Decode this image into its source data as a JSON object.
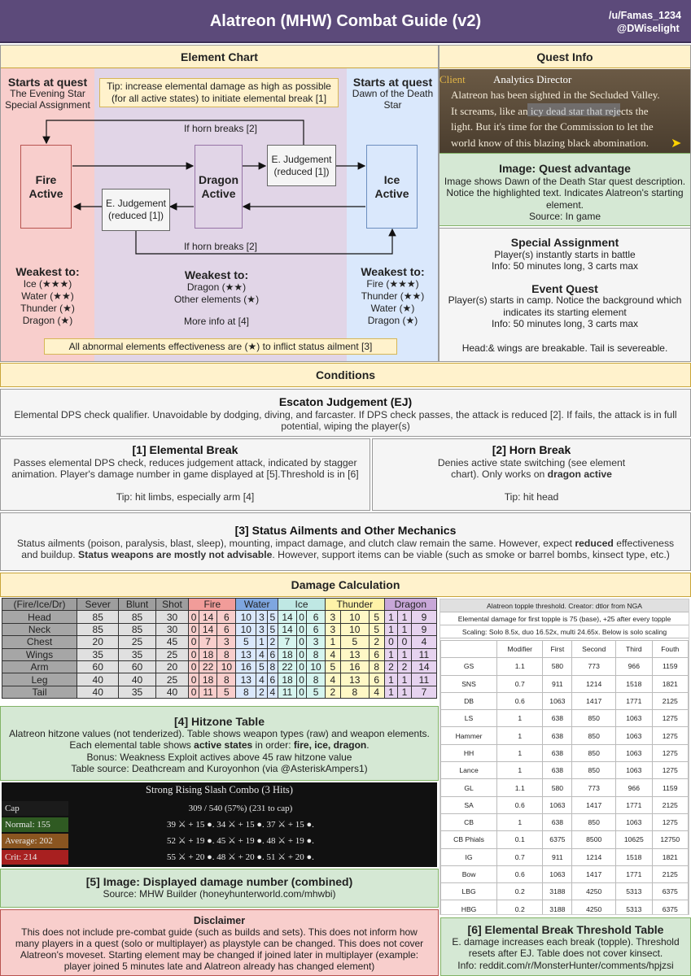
{
  "header": {
    "title": "Alatreon (MHW) Combat Guide (v2)",
    "credit1": "/u/Famas_1234",
    "credit2": "@DWiselight"
  },
  "element_chart": {
    "title": "Element Chart",
    "left_start": [
      "Starts at quest",
      "The Evening Star",
      "Special Assignment"
    ],
    "right_start": [
      "Starts at quest",
      "Dawn of the Death",
      "Star"
    ],
    "tip": [
      "Tip: increase elemental damage as high as possible",
      "(for all active states) to initiate elemental break [1]"
    ],
    "fire": [
      "Fire",
      "Active"
    ],
    "dragon": [
      "Dragon",
      "Active"
    ],
    "ice": [
      "Ice",
      "Active"
    ],
    "ej_top": [
      "E. Judgement",
      "(reduced [1])"
    ],
    "ej_bottom": [
      "E. Judgement",
      "(reduced [1])"
    ],
    "horn_top": "If horn breaks [2]",
    "horn_bottom": "If horn breaks [2]",
    "weak_fire": {
      "title": "Weakest to:",
      "items": [
        "Ice (★★★)",
        "Water (★★)",
        "Thunder (★)",
        "Dragon (★)"
      ]
    },
    "weak_dragon": {
      "title": "Weakest to:",
      "items": [
        "Dragon (★★)",
        "Other elements (★)",
        "",
        "More info at [4]"
      ]
    },
    "weak_ice": {
      "title": "Weakest to:",
      "items": [
        "Fire (★★★)",
        "Thunder (★★)",
        "Water (★)",
        "Dragon (★)"
      ]
    },
    "abnormal": "All abnormal elements effectiveness are (★) to inflict status ailment [3]"
  },
  "quest_info": {
    "title": "Quest Info",
    "game_client": "Client",
    "game_role": "Analytics Director",
    "game_lines": [
      "Alatreon has been sighted in the Secluded Valley.",
      "It screams, like an icy dead star that rejects the",
      "light. But it's time for the Commission to let the",
      "world know of this blazing black abomination."
    ],
    "adv_title": "Image: Quest advantage",
    "adv_text": [
      "Image shows Dawn of the Death Star quest description.",
      "Notice the highlighted text. Indicates Alatreon's starting",
      "element.",
      "Source: In game"
    ],
    "sa_title": "Special Assignment",
    "sa_text": [
      "Player(s) instantly starts in battle",
      "Info: 50 minutes long, 3 carts max"
    ],
    "eq_title": "Event Quest",
    "eq_text": [
      "Player(s) starts in camp. Notice the background which",
      "indicates its starting element",
      "Info: 50 minutes long, 3 carts max"
    ],
    "breakable": "Head:& wings are breakable. Tail is severeable."
  },
  "conditions": {
    "title": "Conditions",
    "ej_title": "Escaton Judgement (EJ)",
    "ej_text": [
      "Elemental DPS check qualifier. Unavoidable by dodging, diving, and farcaster. If DPS check passes, the attack is reduced [2]. If fails, the attack is in full",
      "potential, wiping the player(s)"
    ],
    "eb_title": "[1] Elemental Break",
    "eb_text": [
      "Passes elemental DPS check, reduces judgement attack, indicated by stagger",
      "animation. Player's damage number in game displayed at [5].Threshold is in [6]",
      "",
      "Tip: hit limbs, especially arm [4]"
    ],
    "hb_title": "[2] Horn Break",
    "hb_text1": "Denies active state switching (see element",
    "hb_text2a": "chart). Only works on ",
    "hb_text2b": "dragon active",
    "hb_tip": "Tip: hit head",
    "st_title": "[3] Status Ailments and Other Mechanics",
    "st_a": "Status ailments (poison, paralysis, blast, sleep), mounting, impact damage, and clutch claw remain the same. However, expect ",
    "st_b": "reduced",
    "st_c": " effectiveness",
    "st_d": "and buildup. ",
    "st_e": "Status weapons are mostly not advisable",
    "st_f": ". However, support items can be viable (such as smoke or barrel bombs, kinsect type, etc.)"
  },
  "damage": {
    "title": "Damage Calculation",
    "headers": [
      "(Fire/Ice/Dr)",
      "Sever",
      "Blunt",
      "Shot",
      "Fire",
      "Water",
      "Ice",
      "Thunder",
      "Dragon"
    ],
    "rows": [
      [
        "Head",
        "85",
        "85",
        "30",
        "0",
        "14",
        "6",
        "10",
        "3",
        "5",
        "14",
        "0",
        "6",
        "3",
        "10",
        "5",
        "1",
        "1",
        "9"
      ],
      [
        "Neck",
        "85",
        "85",
        "30",
        "0",
        "14",
        "6",
        "10",
        "3",
        "5",
        "14",
        "0",
        "6",
        "3",
        "10",
        "5",
        "1",
        "1",
        "9"
      ],
      [
        "Chest",
        "20",
        "25",
        "45",
        "0",
        "7",
        "3",
        "5",
        "1",
        "2",
        "7",
        "0",
        "3",
        "1",
        "5",
        "2",
        "0",
        "0",
        "4"
      ],
      [
        "Wings",
        "35",
        "35",
        "25",
        "0",
        "18",
        "8",
        "13",
        "4",
        "6",
        "18",
        "0",
        "8",
        "4",
        "13",
        "6",
        "1",
        "1",
        "11"
      ],
      [
        "Arm",
        "60",
        "60",
        "20",
        "0",
        "22",
        "10",
        "16",
        "5",
        "8",
        "22",
        "0",
        "10",
        "5",
        "16",
        "8",
        "2",
        "2",
        "14"
      ],
      [
        "Leg",
        "40",
        "40",
        "25",
        "0",
        "18",
        "8",
        "13",
        "4",
        "6",
        "18",
        "0",
        "8",
        "4",
        "13",
        "6",
        "1",
        "1",
        "11"
      ],
      [
        "Tail",
        "40",
        "35",
        "40",
        "0",
        "11",
        "5",
        "8",
        "2",
        "4",
        "11",
        "0",
        "5",
        "2",
        "8",
        "4",
        "1",
        "1",
        "7"
      ]
    ],
    "hz_title": "[4] Hitzone Table",
    "hz_l1": "Alatreon hitzone values (not tenderized). Table shows weapon types (raw) and weapon elements.",
    "hz_l2a": "Each elemental table shows ",
    "hz_l2b": "active states",
    "hz_l2c": " in order: ",
    "hz_l2d": "fire, ice, dragon",
    "hz_l3": "Bonus: Weakness Exploit actives above 45 raw hitzone value",
    "hz_l4": "Table source: Deathcream and Kuroyonhon (via @AsteriskAmpers1)",
    "combo_title": "Strong Rising Slash Combo (3 Hits)",
    "cap_label": "Cap",
    "cap_value": "309 / 540  (57%)  (231 to cap)",
    "normal_label": "Normal: 155",
    "normal_value": "39 ⚔ + 15 ●.   34 ⚔ + 15 ●.   37 ⚔ + 15 ●.",
    "avg_label": "Average: 202",
    "avg_value": "52 ⚔ + 19 ●.   45 ⚔ + 19 ●.   48 ⚔ + 19 ●.",
    "crit_label": "Crit: 214",
    "crit_value": "55 ⚔ + 20 ●.   48 ⚔ + 20 ●.   51 ⚔ + 20 ●.",
    "img5_title": "[5] Image: Displayed damage number (combined)",
    "img5_src": "Source: MHW Builder (honeyhunterworld.com/mhwbi)",
    "topple_title": "Alatreon topple threshold. Creator: dtlor from NGA",
    "topple_note1": "Elemental damage for first topple is 75 (base), +25 after every topple",
    "topple_note2": "Scaling: Solo 8.5x, duo 16.52x, multi 24.65x. Below is solo scaling",
    "topple_headers": [
      "",
      "Modifier",
      "First",
      "Second",
      "Third",
      "Fouth"
    ],
    "topple_rows": [
      [
        "GS",
        "1.1",
        "580",
        "773",
        "966",
        "1159"
      ],
      [
        "SNS",
        "0.7",
        "911",
        "1214",
        "1518",
        "1821"
      ],
      [
        "DB",
        "0.6",
        "1063",
        "1417",
        "1771",
        "2125"
      ],
      [
        "LS",
        "1",
        "638",
        "850",
        "1063",
        "1275"
      ],
      [
        "Hammer",
        "1",
        "638",
        "850",
        "1063",
        "1275"
      ],
      [
        "HH",
        "1",
        "638",
        "850",
        "1063",
        "1275"
      ],
      [
        "Lance",
        "1",
        "638",
        "850",
        "1063",
        "1275"
      ],
      [
        "GL",
        "1.1",
        "580",
        "773",
        "966",
        "1159"
      ],
      [
        "SA",
        "0.6",
        "1063",
        "1417",
        "1771",
        "2125"
      ],
      [
        "CB",
        "1",
        "638",
        "850",
        "1063",
        "1275"
      ],
      [
        "CB Phials",
        "0.1",
        "6375",
        "8500",
        "10625",
        "12750"
      ],
      [
        "IG",
        "0.7",
        "911",
        "1214",
        "1518",
        "1821"
      ],
      [
        "Bow",
        "0.6",
        "1063",
        "1417",
        "1771",
        "2125"
      ],
      [
        "LBG",
        "0.2",
        "3188",
        "4250",
        "5313",
        "6375"
      ],
      [
        "HBG",
        "0.2",
        "3188",
        "4250",
        "5313",
        "6375"
      ]
    ],
    "t6_title": "[6] Elemental Break Threshold Table",
    "t6_text": [
      "E. damage increases each break (topple). Threshold",
      "resets after EJ. Table does not cover kinsect.",
      "Info: reddit.com/r/MonsterHunter/comments/hpjzsi"
    ]
  },
  "disclaimer": {
    "title": "Disclaimer",
    "text": [
      "This does not include pre-combat guide (such as builds and sets). This does not inform how",
      "many players in a quest (solo or multiplayer) as playstyle can be changed. This does not cover",
      "Alatreon's moveset. Starting element may be changed if joined later in multiplayer (example:",
      "player joined 5 minutes late and Alatreon already has changed element)"
    ]
  }
}
